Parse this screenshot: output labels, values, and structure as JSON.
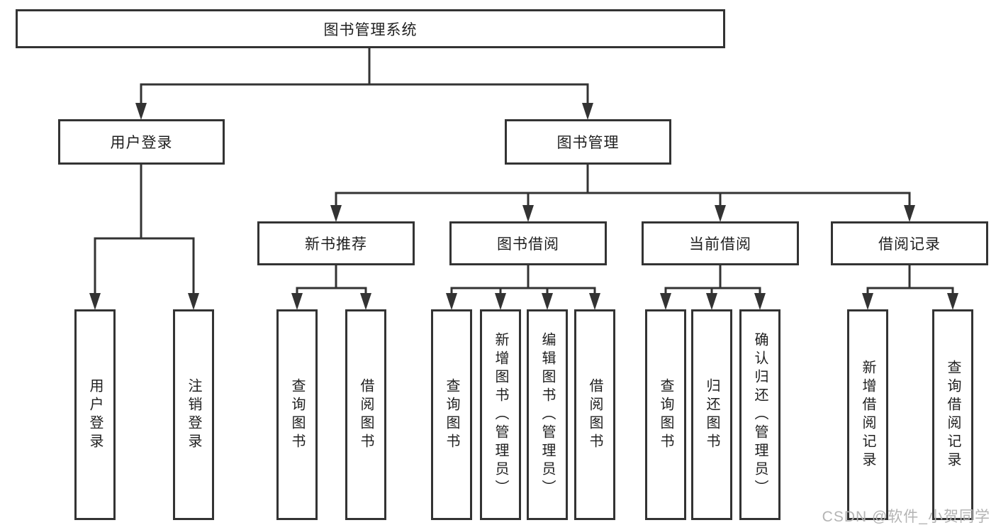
{
  "diagram": {
    "root": {
      "label": "图书管理系统"
    },
    "level2": [
      {
        "label": "用户登录"
      },
      {
        "label": "图书管理"
      }
    ],
    "level3": [
      {
        "label": "新书推荐"
      },
      {
        "label": "图书借阅"
      },
      {
        "label": "当前借阅"
      },
      {
        "label": "借阅记录"
      }
    ],
    "leafGroups": [
      {
        "parent": "用户登录",
        "items": [
          "用户登录",
          "注销登录"
        ]
      },
      {
        "parent": "新书推荐",
        "items": [
          "查询图书",
          "借阅图书"
        ]
      },
      {
        "parent": "图书借阅",
        "items": [
          "查询图书",
          "新增图书（管理员）",
          "编辑图书（管理员）",
          "借阅图书"
        ]
      },
      {
        "parent": "当前借阅",
        "items": [
          "查询图书",
          "归还图书",
          "确认归还（管理员）"
        ]
      },
      {
        "parent": "借阅记录",
        "items": [
          "新增借阅记录",
          "查询借阅记录"
        ]
      }
    ]
  },
  "watermark": {
    "text": "CSDN @软件_小贺同学"
  },
  "colors": {
    "line": "#333333",
    "box_border": "#333333",
    "box_fill": "#ffffff",
    "text": "#1f1f1f",
    "watermark": "#b4b4b4",
    "background": "#ffffff"
  }
}
